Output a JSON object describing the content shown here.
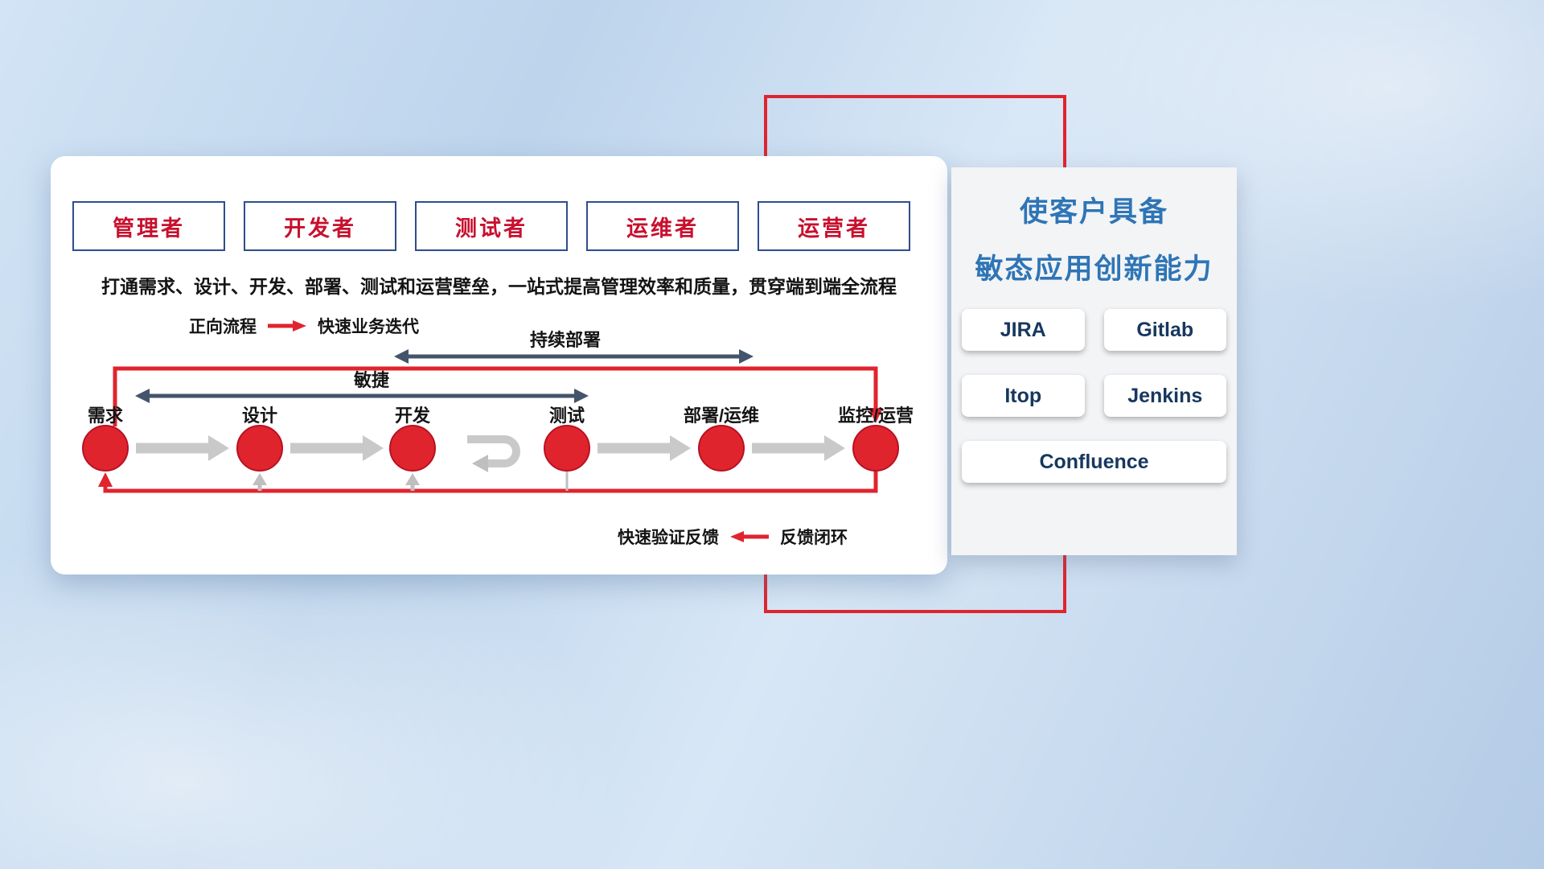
{
  "colors": {
    "accent_red": "#e0242e",
    "role_text_red": "#c8102e",
    "box_border_blue": "#2e4d8e",
    "title_blue": "#2e75b6",
    "tool_text_navy": "#17375e",
    "dark_arrow": "#44546a",
    "light_arrow": "#c9c9c9"
  },
  "roles": [
    {
      "label": "管理者"
    },
    {
      "label": "开发者"
    },
    {
      "label": "测试者"
    },
    {
      "label": "运维者"
    },
    {
      "label": "运营者"
    }
  ],
  "subtitle": "打通需求、设计、开发、部署、测试和运营壁垒，一站式提高管理效率和质量，贯穿端到端全流程",
  "legend_forward": {
    "label": "正向流程",
    "desc": "快速业务迭代"
  },
  "legend_feedback": {
    "desc": "快速验证反馈",
    "label": "反馈闭环"
  },
  "flow": {
    "continuous_deploy_label": "持续部署",
    "agile_label": "敏捷",
    "stages": [
      {
        "label": "需求"
      },
      {
        "label": "设计"
      },
      {
        "label": "开发"
      },
      {
        "label": "测试"
      },
      {
        "label": "部署/运维"
      },
      {
        "label": "监控/运营"
      }
    ]
  },
  "right_panel": {
    "title_line1": "使客户具备",
    "title_line2": "敏态应用创新能力",
    "tools": [
      {
        "label": "JIRA"
      },
      {
        "label": "Gitlab"
      },
      {
        "label": "Itop"
      },
      {
        "label": "Jenkins"
      },
      {
        "label": "Confluence"
      }
    ]
  }
}
